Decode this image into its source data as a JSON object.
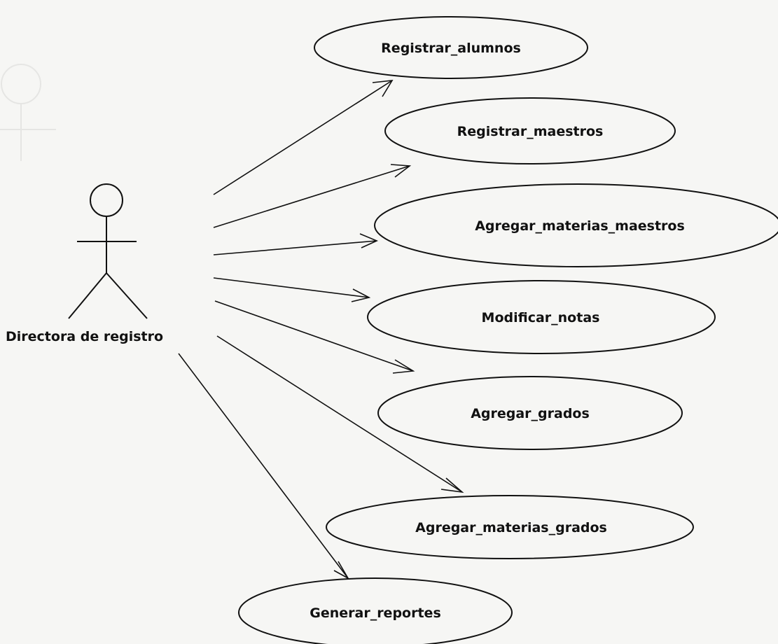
{
  "diagram": {
    "actor": {
      "label": "Directora de registro"
    },
    "use_cases": [
      {
        "id": "registrar-alumnos",
        "label": "Registrar_alumnos"
      },
      {
        "id": "registrar-maestros",
        "label": "Registrar_maestros"
      },
      {
        "id": "agregar-materias-maestros",
        "label": "Agregar_materias_maestros"
      },
      {
        "id": "modificar-notas",
        "label": "Modificar_notas"
      },
      {
        "id": "agregar-grados",
        "label": "Agregar_grados"
      },
      {
        "id": "agregar-materias-grados",
        "label": "Agregar_materias_grados"
      },
      {
        "id": "generar-reportes",
        "label": "Generar_reportes"
      }
    ],
    "colors": {
      "ink": "#111111",
      "paper": "#f6f6f4"
    }
  }
}
